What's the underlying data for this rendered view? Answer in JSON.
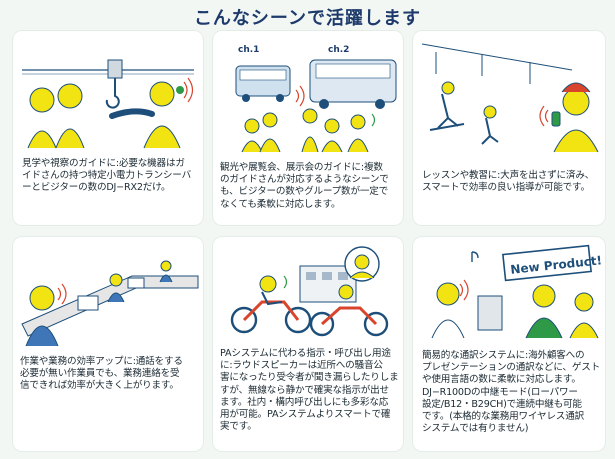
{
  "title": "こんなシーンで活躍します",
  "colors": {
    "background": "#f2f7f4",
    "card": "#ffffff",
    "accent_yellow": "#f2e313",
    "line": "#1d4f7a",
    "blue_uniform": "#3f76b8",
    "signal_red": "#d8452c",
    "signal_green": "#2e9a48",
    "title_blue": "#1d3a6b"
  },
  "scenes": [
    {
      "illustration": "factory-tour-guide",
      "caption": "見学や視察のガイドに:必要な機器はガ\nイドさんの持つ特定小電力トランシーバ\nーとビジターの数のDJ−RX2だけ。"
    },
    {
      "illustration": "tour-buses",
      "labels": [
        "ch.1",
        "ch.2"
      ],
      "caption": "観光や展覧会、展示会のガイドに:複数\nのガイドさんが対応するようなシーンで\nも、ビジターの数やグループ数が一定で\nなくても柔軟に対応します。"
    },
    {
      "illustration": "ski-lesson",
      "caption": "レッスンや教習に:大声を出さずに済み、\nスマートで効率の良い指導が可能です。"
    },
    {
      "illustration": "assembly-line",
      "caption": "作業や業務の効率アップに:通話をする\n必要が無い作業員でも、業務連絡を受\n信できれば効率が大きく上がります。"
    },
    {
      "illustration": "motorcycle-team",
      "caption": "PAシステムに代わる指示・呼び出し用途\nに:ラウドスピーカーは近所への騒音公\n害になったり受令者が聞き漏らしたりしま\nすが、無線なら静かで確実な指示が出せ\nます。社内・構内呼び出しにも多彩な応\n用が可能。PAシステムよりスマートで確\n実です。"
    },
    {
      "illustration": "product-presentation",
      "sign": "New Product!",
      "caption": "簡易的な通訳システムに:海外顧客への\nプレゼンテーションの通訳などに、ゲスト\nや使用言語の数に柔軟に対応します。\nDJ−R100Dの中継モード(ローパワー\n設定/B12・B29CH)で連続中継も可能\nです。(本格的な業務用ワイヤレス通訳\nシステムでは有りません)"
    }
  ]
}
